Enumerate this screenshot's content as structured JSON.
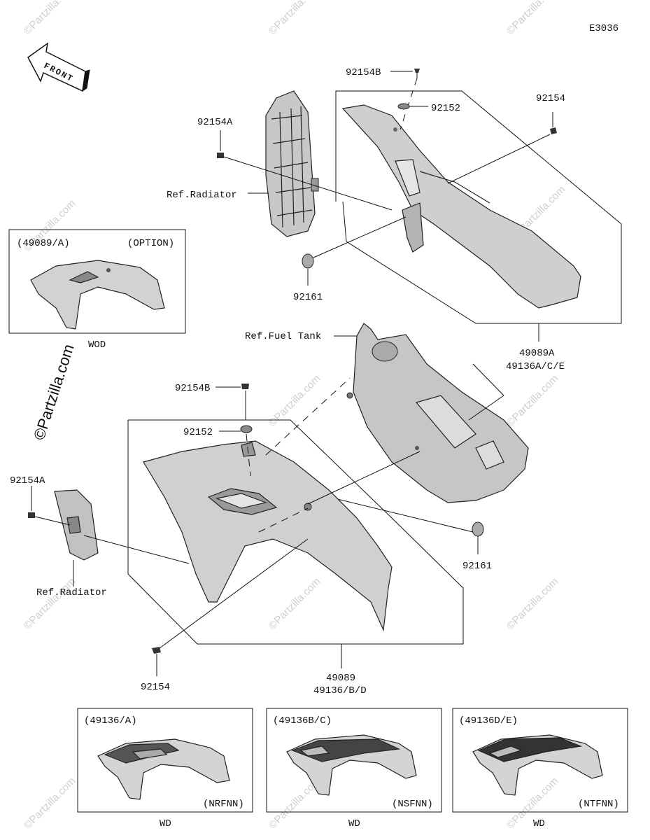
{
  "diagram_code": "E3036",
  "front_label": "FRONT",
  "watermark": "©Partzilla.com",
  "watermark_main": "©Partzilla.com",
  "labels": {
    "p92154B_top": "92154B",
    "p92152_top": "92152",
    "p92154_top": "92154",
    "p92154A_top": "92154A",
    "ref_radiator_top": "Ref.Radiator",
    "p92161_top": "92161",
    "p49089A": "49089A",
    "p49136ACE": "49136A/C/E",
    "ref_fuel_tank": "Ref.Fuel Tank",
    "p92154B_mid": "92154B",
    "p92152_mid": "92152",
    "p92154A_left": "92154A",
    "ref_radiator_bottom": "Ref.Radiator",
    "p92161_right": "92161",
    "p92154_bottom": "92154",
    "p49089": "49089",
    "p49136BD": "49136/B/D"
  },
  "option_box": {
    "code": "(49089/A)",
    "option": "(OPTION)",
    "caption": "WOD"
  },
  "variant_boxes": [
    {
      "code": "(49136/A)",
      "color": "(NRFNN)",
      "caption": "WD"
    },
    {
      "code": "(49136B/C)",
      "color": "(NSFNN)",
      "caption": "WD"
    },
    {
      "code": "(49136D/E)",
      "color": "(NTFNN)",
      "caption": "WD"
    }
  ]
}
